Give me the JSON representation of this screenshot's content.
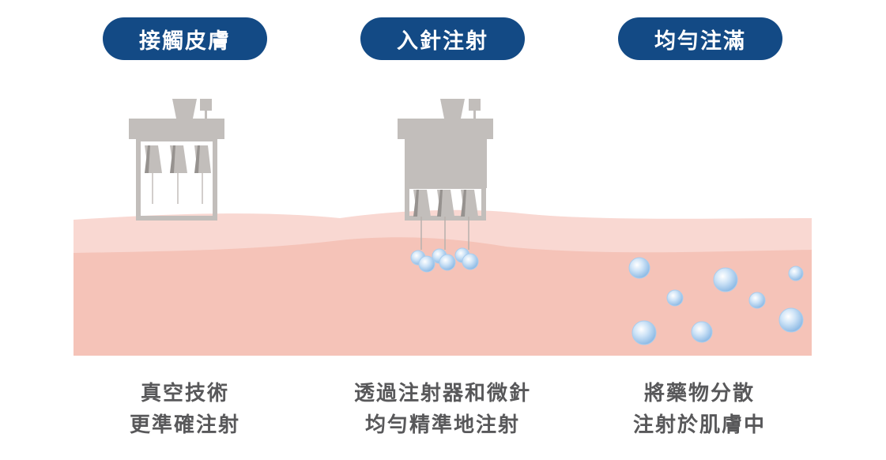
{
  "colors": {
    "pill_bg": "#134a85",
    "skin_top": "#f9d8d2",
    "skin_deep": "#f5c3b8",
    "device": "#c2bebb",
    "caption": "#58585a"
  },
  "steps": [
    {
      "title": "接觸皮膚",
      "caption_line1": "真空技術",
      "caption_line2": "更準確注射"
    },
    {
      "title": "入針注射",
      "caption_line1": "透過注射器和微針",
      "caption_line2": "均勻精準地注射"
    },
    {
      "title": "均勻注滿",
      "caption_line1": "將藥物分散",
      "caption_line2": "注射於肌膚中"
    }
  ]
}
